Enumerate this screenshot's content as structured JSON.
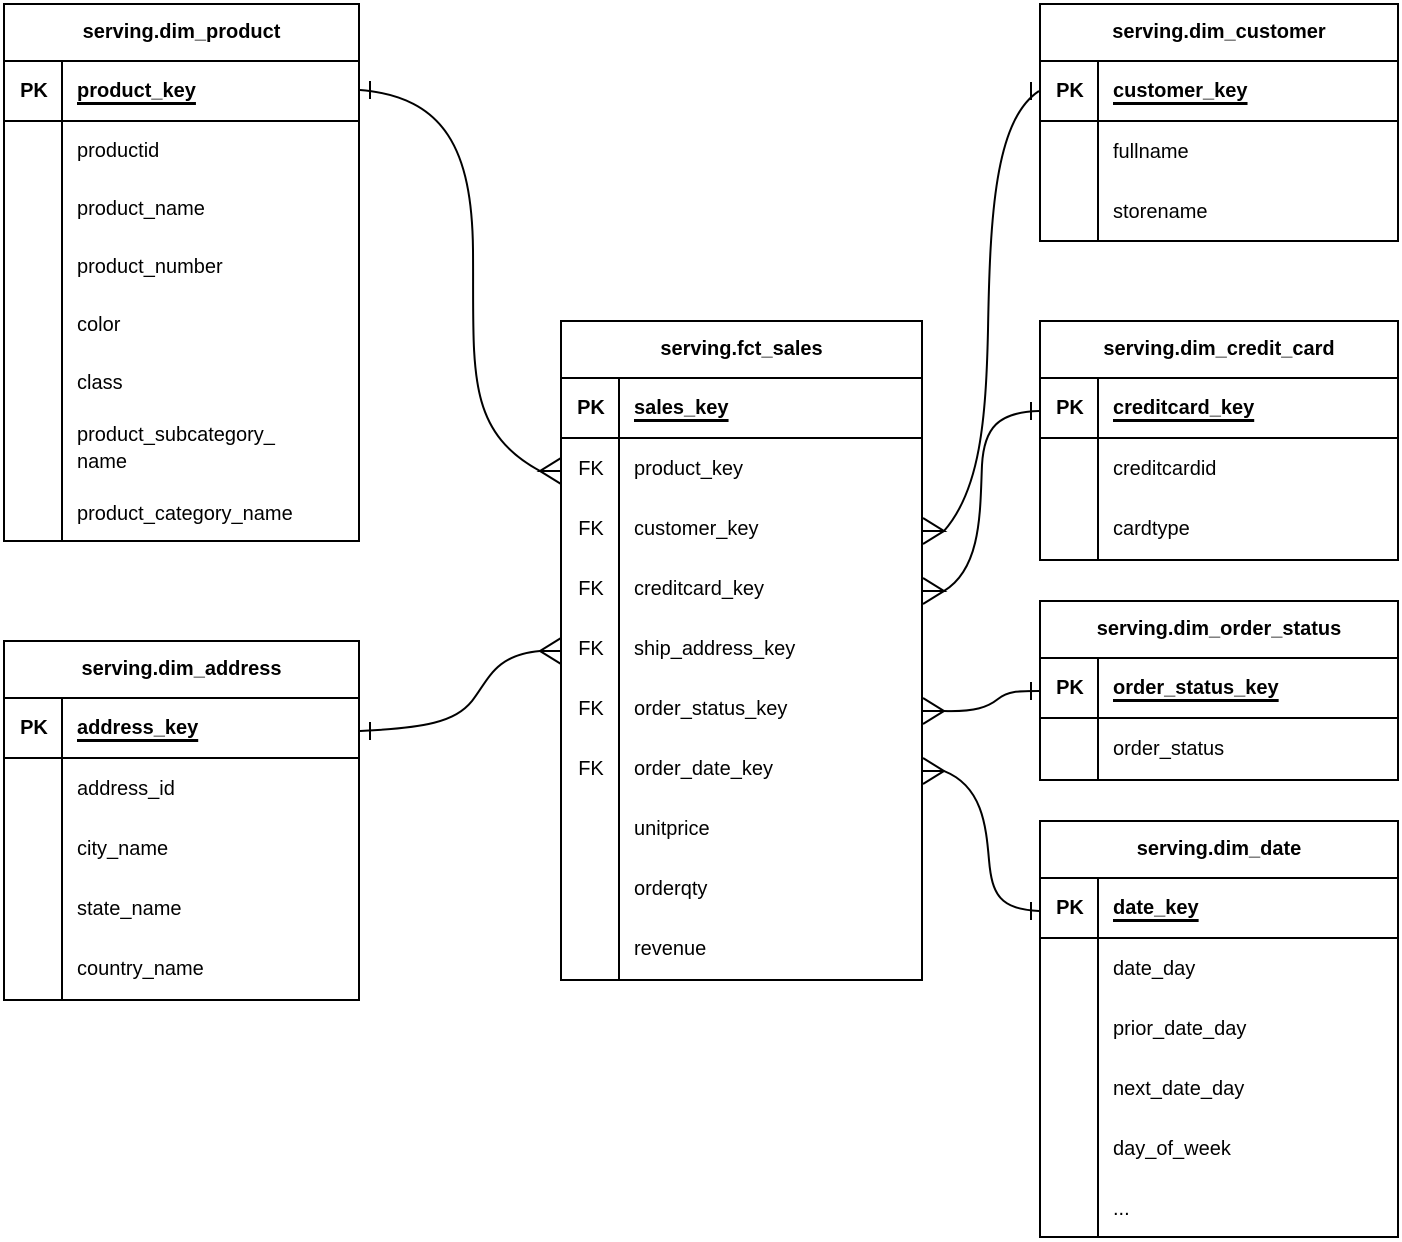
{
  "background_color": "#ffffff",
  "line_color": "#000000",
  "text_color": "#000000",
  "diagram_type": "entity-relationship-diagram",
  "tables": [
    {
      "id": "dim_product",
      "title": "serving.dim_product",
      "pk": {
        "label": "PK",
        "field": "product_key"
      },
      "fields": [
        {
          "label": "",
          "name": "productid"
        },
        {
          "label": "",
          "name": "product_name"
        },
        {
          "label": "",
          "name": "product_number"
        },
        {
          "label": "",
          "name": "color"
        },
        {
          "label": "",
          "name": "class"
        },
        {
          "label": "",
          "name": "product_subcategory_\nname"
        },
        {
          "label": "",
          "name": "product_category_name"
        }
      ]
    },
    {
      "id": "dim_customer",
      "title": "serving.dim_customer",
      "pk": {
        "label": "PK",
        "field": "customer_key"
      },
      "fields": [
        {
          "label": "",
          "name": "fullname"
        },
        {
          "label": "",
          "name": "storename"
        }
      ]
    },
    {
      "id": "fct_sales",
      "title": "serving.fct_sales",
      "pk": {
        "label": "PK",
        "field": "sales_key"
      },
      "fields": [
        {
          "label": "FK",
          "name": "product_key"
        },
        {
          "label": "FK",
          "name": "customer_key"
        },
        {
          "label": "FK",
          "name": "creditcard_key"
        },
        {
          "label": "FK",
          "name": "ship_address_key"
        },
        {
          "label": "FK",
          "name": "order_status_key"
        },
        {
          "label": "FK",
          "name": "order_date_key"
        },
        {
          "label": "",
          "name": "unitprice"
        },
        {
          "label": "",
          "name": "orderqty"
        },
        {
          "label": "",
          "name": "revenue"
        }
      ]
    },
    {
      "id": "dim_credit_card",
      "title": "serving.dim_credit_card",
      "pk": {
        "label": "PK",
        "field": "creditcard_key"
      },
      "fields": [
        {
          "label": "",
          "name": "creditcardid"
        },
        {
          "label": "",
          "name": "cardtype"
        }
      ]
    },
    {
      "id": "dim_order_status",
      "title": "serving.dim_order_status",
      "pk": {
        "label": "PK",
        "field": "order_status_key"
      },
      "fields": [
        {
          "label": "",
          "name": "order_status"
        }
      ]
    },
    {
      "id": "dim_date",
      "title": "serving.dim_date",
      "pk": {
        "label": "PK",
        "field": "date_key"
      },
      "fields": [
        {
          "label": "",
          "name": "date_day"
        },
        {
          "label": "",
          "name": "prior_date_day"
        },
        {
          "label": "",
          "name": "next_date_day"
        },
        {
          "label": "",
          "name": "day_of_week"
        },
        {
          "label": "",
          "name": "..."
        }
      ]
    },
    {
      "id": "dim_address",
      "title": "serving.dim_address",
      "pk": {
        "label": "PK",
        "field": "address_key"
      },
      "fields": [
        {
          "label": "",
          "name": "address_id"
        },
        {
          "label": "",
          "name": "city_name"
        },
        {
          "label": "",
          "name": "state_name"
        },
        {
          "label": "",
          "name": "country_name"
        }
      ]
    }
  ],
  "relationships": [
    {
      "id": "product-sales",
      "one_end": "serving.dim_product.product_key",
      "many_end": "serving.fct_sales.product_key"
    },
    {
      "id": "customer-sales",
      "one_end": "serving.dim_customer.customer_key",
      "many_end": "serving.fct_sales.customer_key"
    },
    {
      "id": "creditcard-sales",
      "one_end": "serving.dim_credit_card.creditcard_key",
      "many_end": "serving.fct_sales.creditcard_key"
    },
    {
      "id": "address-sales",
      "one_end": "serving.dim_address.address_key",
      "many_end": "serving.fct_sales.ship_address_key"
    },
    {
      "id": "orderstatus-sales",
      "one_end": "serving.dim_order_status.order_status_key",
      "many_end": "serving.fct_sales.order_status_key"
    },
    {
      "id": "date-sales",
      "one_end": "serving.dim_date.date_key",
      "many_end": "serving.fct_sales.order_date_key"
    }
  ]
}
